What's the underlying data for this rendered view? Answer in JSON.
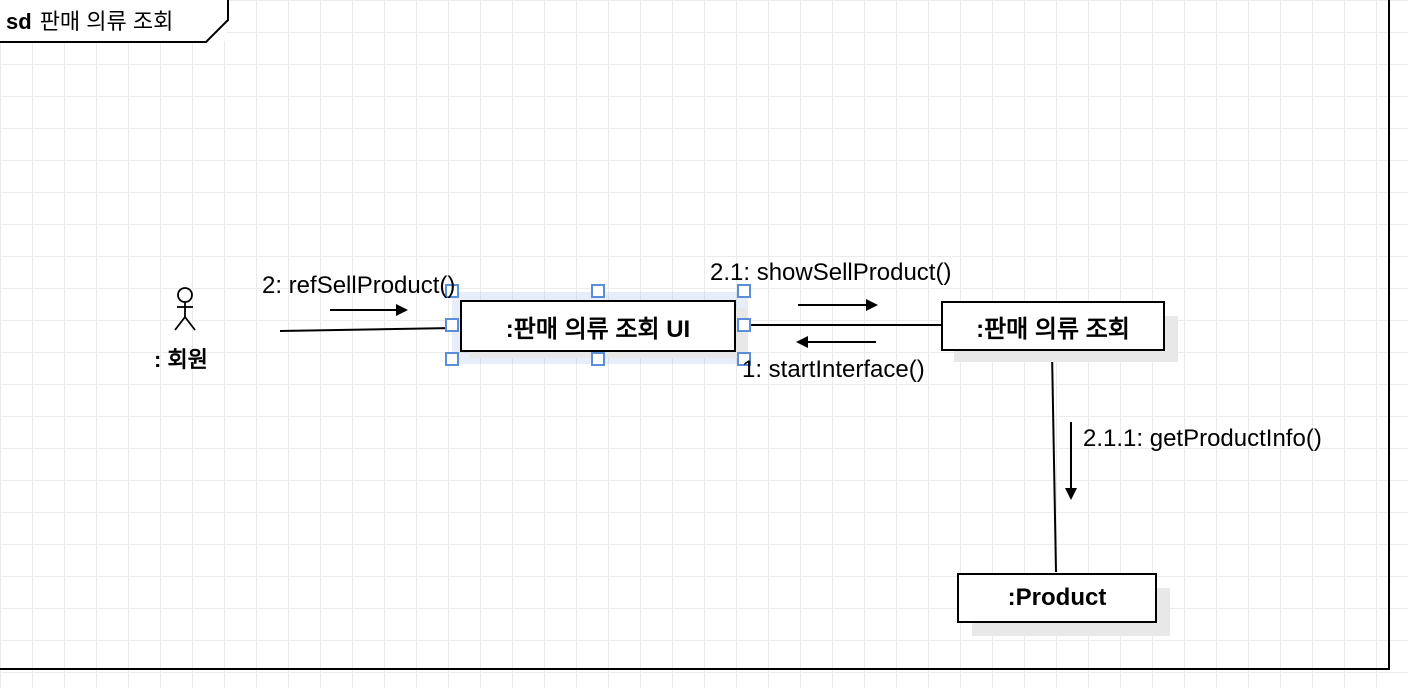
{
  "frame": {
    "keyword": "sd",
    "name": "판매 의류 조회"
  },
  "actor": {
    "label": ": 회원"
  },
  "objects": {
    "ui": ":판매 의류 조회 UI",
    "controller": ":판매 의류 조회",
    "product": ":Product"
  },
  "messages": {
    "m1": "1: startInterface()",
    "m2": "2: refSellProduct()",
    "m21": "2.1: showSellProduct()",
    "m211": "2.1.1: getProductInfo()"
  },
  "colors": {
    "line": "#000000",
    "selection": "#5b8ed8",
    "shadow": "#e8e8e8",
    "grid": "#ebebeb"
  }
}
